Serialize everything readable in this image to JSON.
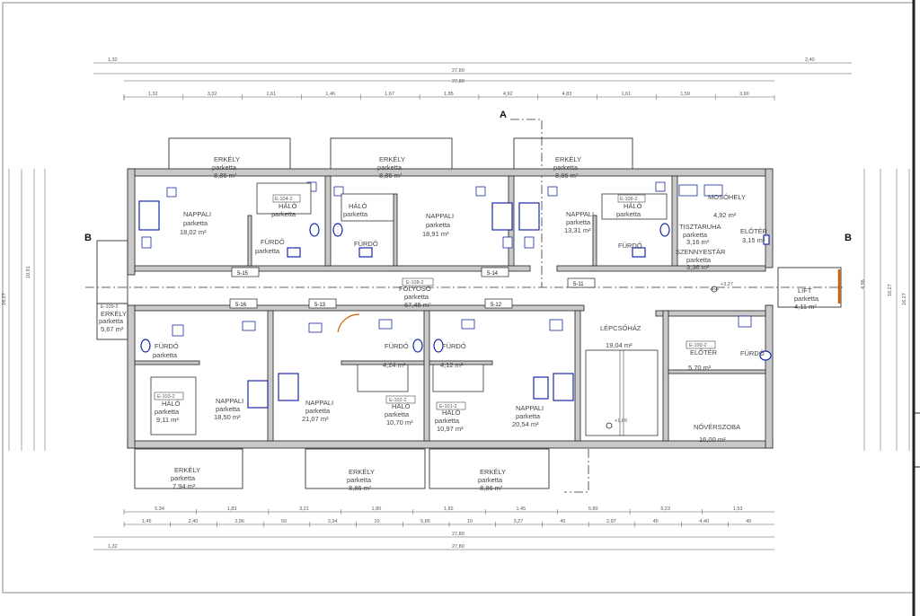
{
  "dims": {
    "top_total_1": "27,80",
    "top_total_2": "27,80",
    "top_left_1": "1,32",
    "top_right_1": "2,40",
    "top_segments": [
      "1,32",
      "3,32",
      "1,61",
      "1,46",
      "1,67",
      "1,85",
      "4,92",
      "4,83",
      "1,61",
      "1,59",
      "3,90"
    ],
    "bottom_segments_1": [
      "5,34",
      "1,83",
      "3,21",
      "1,80",
      "1,82",
      "1,45",
      "5,80",
      "5,23",
      "1,53"
    ],
    "bottom_segments_2": [
      "1,45",
      "2,40",
      "2,96",
      "50",
      "3,34",
      "10",
      "5,86",
      "10",
      "3,27",
      "45",
      "2,97",
      "45",
      "4,40",
      "45"
    ],
    "bottom_total_1": "27,80",
    "bottom_total_2": "27,80",
    "bottom_left": "1,32",
    "left_total": "16,27",
    "right_total": "16,27",
    "left_mid": "10,91",
    "right_mid": "4,96"
  },
  "axes": {
    "a": "A",
    "b_left": "B",
    "b_right": "B"
  },
  "levels": {
    "l1": "+3,27",
    "l2": "+1,69"
  },
  "tags": [
    "5-15",
    "5-14",
    "5-11",
    "5-16",
    "5-13",
    "5-12"
  ],
  "rooms": {
    "erkely_t1": {
      "name": "ERKÉLY",
      "floor": "parketta",
      "area": "8,86 m²"
    },
    "erkely_t2": {
      "name": "ERKÉLY",
      "floor": "parketta",
      "area": "8,86 m²"
    },
    "erkely_t3": {
      "name": "ERKÉLY",
      "floor": "parketta",
      "area": "8,86 m²"
    },
    "nappali_1": {
      "name": "NAPPALI",
      "floor": "parketta",
      "area": "18,02 m²"
    },
    "halo_1": {
      "code": "E-104-2",
      "name": "HÁLÓ",
      "floor": "parketta"
    },
    "furdo_1": {
      "name": "FÜRDŐ",
      "floor": "parketta"
    },
    "halo_2": {
      "name": "HÁLÓ",
      "floor": "parketta"
    },
    "furdo_2": {
      "name": "FÜRDŐ"
    },
    "nappali_2": {
      "name": "NAPPALI",
      "floor": "parketta",
      "area": "18,91 m²"
    },
    "nappali_3": {
      "name": "NAPPALI",
      "floor": "parketta",
      "area": "13,31 m²"
    },
    "halo_3": {
      "code": "E-106-2",
      "name": "HÁLÓ",
      "floor": "parketta"
    },
    "furdo_3": {
      "name": "FÜRDŐ"
    },
    "mosohely": {
      "name": "MOSÓHELY",
      "area": "4,92 m²"
    },
    "tisztaruha": {
      "name": "TISZTARUHA",
      "floor": "parketta",
      "area": "3,16 m²"
    },
    "szennyestar": {
      "name": "SZENNYESTÁR",
      "floor": "parketta",
      "area": "3,36 m²"
    },
    "eloter_r": {
      "name": "ELŐTÉR",
      "area": "3,15 m²"
    },
    "lift": {
      "name": "LIFT",
      "floor": "parketta",
      "area": "4,11 m²"
    },
    "folyoso": {
      "code": "E-108-2",
      "name": "FOLYOSÓ",
      "floor": "parketta",
      "area": "67,45 m²"
    },
    "erkely_l": {
      "code": "E-109-2",
      "name": "ERKÉLY",
      "floor": "parketta",
      "area": "5,67 m²"
    },
    "furdo_b1": {
      "name": "FÜRDŐ",
      "floor": "parketta"
    },
    "halo_b1": {
      "code": "E-103-2",
      "name": "HÁLÓ",
      "floor": "parketta",
      "area": "9,11 m²"
    },
    "nappali_b1": {
      "name": "NAPPALI",
      "floor": "parketta",
      "area": "18,50 m²"
    },
    "nappali_b2": {
      "name": "NAPPALI",
      "floor": "parketta",
      "area": "21,07 m²"
    },
    "furdo_b2": {
      "name": "FÜRDŐ",
      "area": "4,24 m²"
    },
    "halo_b2": {
      "code": "E-102-2",
      "name": "HÁLÓ",
      "floor": "parketta",
      "area": "10,70 m²"
    },
    "furdo_b3": {
      "name": "FÜRDŐ",
      "area": "4,12 m²"
    },
    "halo_b3": {
      "code": "E-101-2",
      "name": "HÁLÓ",
      "floor": "parketta",
      "area": "10,97 m²"
    },
    "nappali_b3": {
      "name": "NAPPALI",
      "floor": "parketta",
      "area": "20,54 m²"
    },
    "lepcsohaz": {
      "name": "LÉPCSŐHÁZ",
      "area": "19,04 m²"
    },
    "eloter_b": {
      "code": "E-100-2",
      "name": "ELŐTÉR",
      "area": "5,70 m²"
    },
    "furdo_b4": {
      "name": "FÜRDŐ"
    },
    "noverszoba": {
      "name": "NŐVÉRSZOBA",
      "area": "16,00 m²"
    },
    "erkely_b1": {
      "name": "ERKÉLY",
      "floor": "parketta",
      "area": "7,94 m²"
    },
    "erkely_b2": {
      "name": "ERKÉLY",
      "floor": "parketta",
      "area": "8,86 m²"
    },
    "erkely_b3": {
      "name": "ERKÉLY",
      "floor": "parketta",
      "area": "8,86 m²"
    }
  }
}
